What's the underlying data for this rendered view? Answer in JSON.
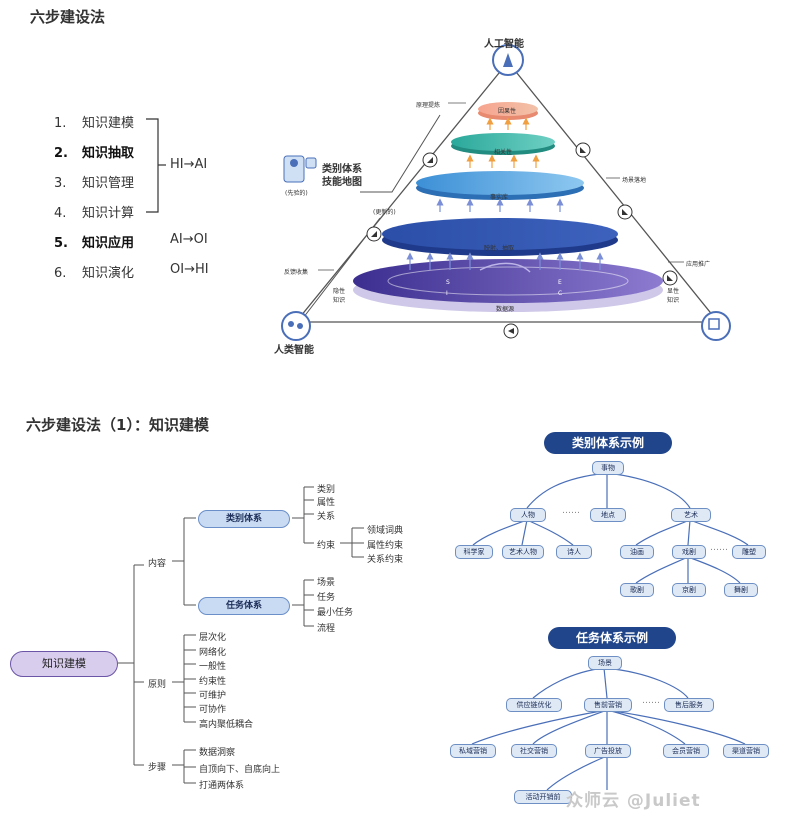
{
  "section1": {
    "title": "六步建设法",
    "steps": [
      {
        "num": "1.",
        "label": "知识建模"
      },
      {
        "num": "2.",
        "label": "知识抽取"
      },
      {
        "num": "3.",
        "label": "知识管理"
      },
      {
        "num": "4.",
        "label": "知识计算"
      },
      {
        "num": "5.",
        "label": "知识应用"
      },
      {
        "num": "6.",
        "label": "知识演化"
      }
    ],
    "conversions": [
      "HI→AI",
      "AI→OI",
      "OI→HI"
    ],
    "pyramid": {
      "apex": "人工智能",
      "bottom_left": "人类智能",
      "category_system": "类别体系",
      "skill_map": "技能地图",
      "prior": "(先验的)",
      "updated": "(更新的)",
      "principle": "原理提炼",
      "scenario": "场景落地",
      "application": "应用推广",
      "feedback": "反馈收集",
      "tacit": "隐性知识",
      "explicit": "显性知识",
      "layers": [
        "因果性",
        "相关性",
        "事实库",
        "映射、抽取",
        "数据源"
      ],
      "seci": [
        "S",
        "E",
        "I",
        "C"
      ]
    }
  },
  "section2": {
    "title": "六步建设法（1）：知识建模",
    "root": "知识建模",
    "branches": {
      "content": "内容",
      "principles": "原则",
      "steps": "步骤"
    },
    "category_system": "类别体系",
    "category_items": [
      "类别",
      "属性",
      "关系",
      "约束"
    ],
    "constraint_items": [
      "领域词典",
      "属性约束",
      "关系约束"
    ],
    "task_system": "任务体系",
    "task_items": [
      "场景",
      "任务",
      "最小任务",
      "流程"
    ],
    "principle_items": [
      "层次化",
      "网络化",
      "一般性",
      "约束性",
      "可维护",
      "可协作",
      "高内聚低耦合"
    ],
    "step_items": [
      "数据洞察",
      "自顶向下、自底向上",
      "打通两体系"
    ]
  },
  "example1": {
    "title": "类别体系示例",
    "root": "事物",
    "level1": [
      "人物",
      "地点",
      "艺术"
    ],
    "people": [
      "科学家",
      "艺术人物",
      "诗人"
    ],
    "art": [
      "油画",
      "戏剧",
      "雕塑"
    ],
    "drama": [
      "歌剧",
      "京剧",
      "舞剧"
    ],
    "ellipsis": "……"
  },
  "example2": {
    "title": "任务体系示例",
    "root": "场景",
    "level1": [
      "供应链优化",
      "售前营销",
      "售后服务"
    ],
    "level2": [
      "私域营销",
      "社交营销",
      "广告投放",
      "会员营销",
      "渠道营销"
    ],
    "level3": [
      "活动开销前"
    ],
    "ellipsis": "……"
  },
  "watermark": "众师云 @Juliet",
  "colors": {
    "navy": "#20458a",
    "lavender": "#d9cdee",
    "node_blue": "#dfe9f6"
  }
}
